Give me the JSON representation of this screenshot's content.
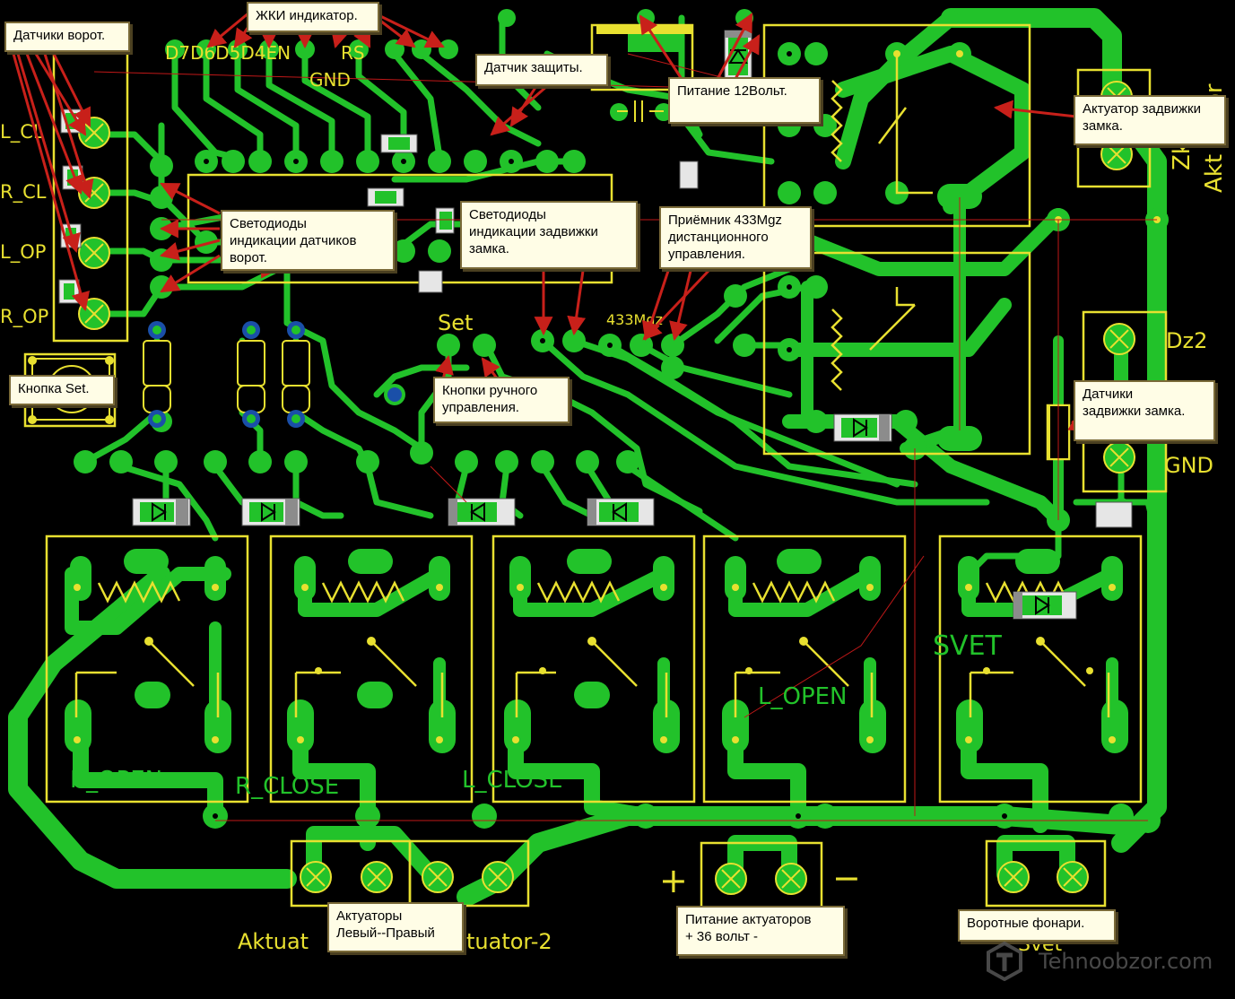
{
  "annotations": {
    "gate_sensors": "Датчики ворот.",
    "lcd": "ЖКИ индикатор.",
    "protection_sensor": "Датчик защиты.",
    "power_12v": "Питание 12Вольт.",
    "lock_actuator": "Актуатор задвижки\nзамка.",
    "gate_sensor_leds": "Светодиоды\nиндикации датчиков\nворот.",
    "lock_leds": "Светодиоды\nиндикации задвижки\nзамка.",
    "receiver": "Приёмник 433Mgz\nдистанционного\nуправления.",
    "set_button": "Кнопка Set.",
    "manual_buttons": "Кнопки ручного\nуправления.",
    "lock_sensors": "Датчики\nзадвижки замка.",
    "actuators_lr": "Актуаторы\nЛевый--Правый",
    "actuator_power": "Питание актуаторов\n+ 36 вольт -",
    "gate_lights": "Воротные фонари."
  },
  "silkscreen": {
    "lcd_pins": "D7D6D5D4EN",
    "lcd_pin_rs": "RS",
    "gnd_top": "GND",
    "l_cl": "L_CL",
    "r_cl": "R_CL",
    "l_op": "L_OP",
    "r_op": "R_OP",
    "set": "Set",
    "freq": "433Mgz",
    "dz2": "Dz2",
    "gnd_right": "GND",
    "svet": "SVET",
    "l_open": "L_OPEN",
    "r_open": "R_OPEN",
    "r_close": "R_CLOSE",
    "l_close": "L_CLOSE",
    "aktuator_label": "Aktuat",
    "aktuator_label2": "tuator-2",
    "svet_bottom": "Svet",
    "plus": "+",
    "minus": "−",
    "akt_vertical": "Akt",
    "zk_vertical": "Zk",
    "or_vertical": "or"
  },
  "watermark": "Tehnoobzor.com",
  "colors": {
    "background": "#000000",
    "copper": "#22c22a",
    "silkscreen": "#e8e030",
    "ratsnest": "#c01818",
    "arrow": "#c8201a",
    "note_bg": "#fffde6"
  }
}
